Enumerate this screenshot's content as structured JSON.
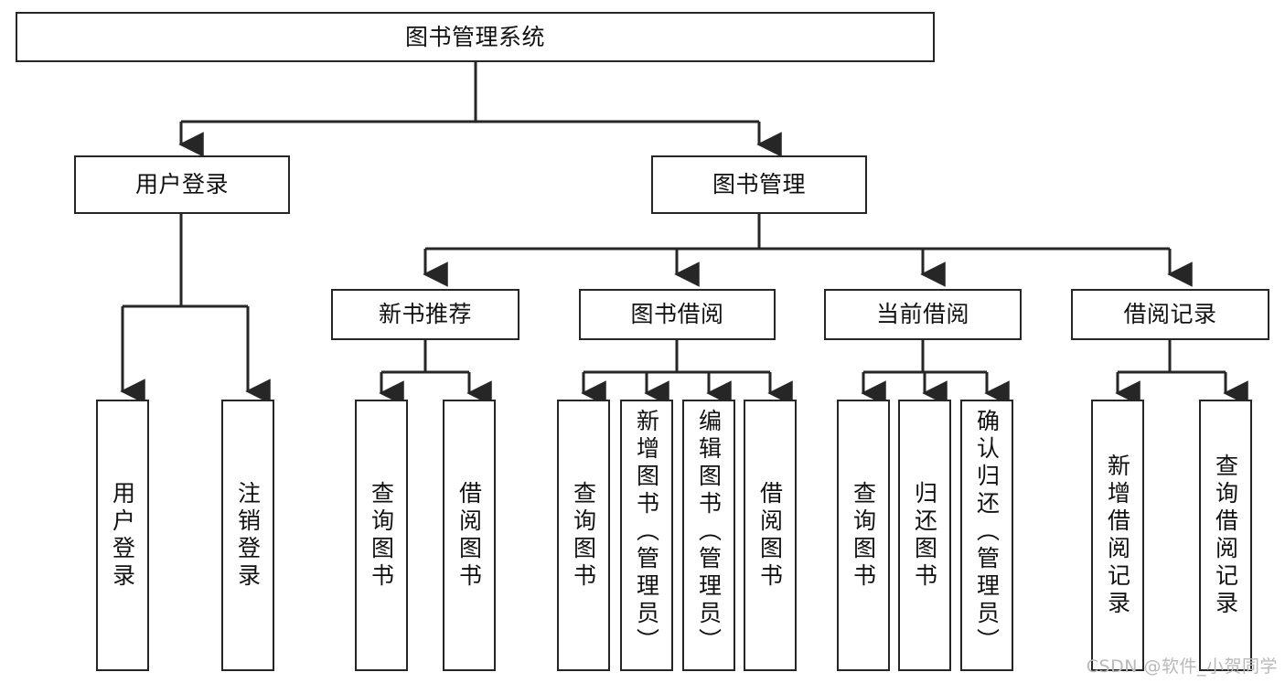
{
  "diagram": {
    "title": "图书管理系统",
    "type": "tree",
    "watermark": "CSDN @软件_小贺同学",
    "colors": {
      "node_border": "#262626",
      "node_fill": "#ffffff",
      "connector": "#262626",
      "text": "#111111",
      "watermark": "#b9b9b9"
    },
    "root": {
      "label": "图书管理系统"
    },
    "level2": [
      {
        "label": "用户登录"
      },
      {
        "label": "图书管理"
      }
    ],
    "level3": [
      {
        "label": "新书推荐"
      },
      {
        "label": "图书借阅"
      },
      {
        "label": "当前借阅"
      },
      {
        "label": "借阅记录"
      }
    ],
    "leaves": {
      "user_login": [
        {
          "label": "用户登录"
        },
        {
          "label": "注销登录"
        }
      ],
      "new_book_recommend": [
        {
          "label": "查询图书"
        },
        {
          "label": "借阅图书"
        }
      ],
      "book_borrow": [
        {
          "label": "查询图书"
        },
        {
          "label": "新增图书（管理员）"
        },
        {
          "label": "编辑图书（管理员）"
        },
        {
          "label": "借阅图书"
        }
      ],
      "current_borrow": [
        {
          "label": "查询图书"
        },
        {
          "label": "归还图书"
        },
        {
          "label": "确认归还（管理员）"
        }
      ],
      "borrow_record": [
        {
          "label": "新增借阅记录"
        },
        {
          "label": "查询借阅记录"
        }
      ]
    }
  }
}
